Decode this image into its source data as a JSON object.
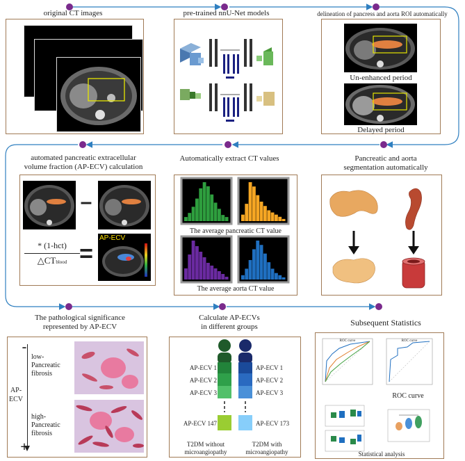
{
  "row1": {
    "step1": "original CT images",
    "step2": "pre-trained nnU-Net models",
    "step3": "delineation of pancress and aorta ROI automatically",
    "unenhanced": "Un-enhanced period",
    "delayed": "Delayed period"
  },
  "row2": {
    "step4_line1": "automated pancreatic extracellular",
    "step4_line2": "volume fraction (AP-ECV)  calculation",
    "step5": "Automatically extract CT values",
    "step6_line1": "Pancreatic and aorta",
    "step6_line2": "segmentation automatically",
    "minus": "–",
    "equals": "=",
    "formula_top": "* (1-hct)",
    "formula_bottom_sym": "△CT",
    "formula_bottom_sub": "blood",
    "apecv_map_label": "AP-ECV",
    "avg_pancreatic": "The average pancreatic CT value",
    "avg_aorta": "The average aorta CT value"
  },
  "row3": {
    "step7_line1": "The pathological significance",
    "step7_line2": "represented by AP-ECV",
    "step8_line1": "Calculate AP-ECVs",
    "step8_line2": "in different groups",
    "step9": "Subsequent Statistics",
    "minus_sign": "-",
    "plus_sign": "+",
    "low_fibrosis_1": "low-",
    "low_fibrosis_2": "Pancreatic",
    "low_fibrosis_3": "fibrosis",
    "high_fibrosis_1": "high-",
    "high_fibrosis_2": "Pancreatic",
    "high_fibrosis_3": "fibrosis",
    "apecv_axis_1": "AP-",
    "apecv_axis_2": "ECV",
    "left_labels": [
      "AP-ECV 1",
      "AP-ECV 2",
      "AP-ECV 3",
      "AP-ECV 147"
    ],
    "right_labels": [
      "AP-ECV 1",
      "AP-ECV 2",
      "AP-ECV 3",
      "AP-ECV 173"
    ],
    "group_left_1": "T2DM without",
    "group_left_2": "microangiopathy",
    "group_right_1": "T2DM with",
    "group_right_2": "microangiopathy",
    "roc_caption": "ROC curve",
    "stat_caption": "Statistical analysis",
    "roc_title_1": "ROC curve",
    "roc_title_2": "ROC curve"
  },
  "colors": {
    "arrow": "#2f7fc0",
    "dot": "#7a2a8c",
    "panel_border": "#a07a55",
    "green": "#2e9e3e",
    "orange": "#f5a623",
    "purple": "#6a2aa0",
    "blue": "#1f6fc0"
  }
}
